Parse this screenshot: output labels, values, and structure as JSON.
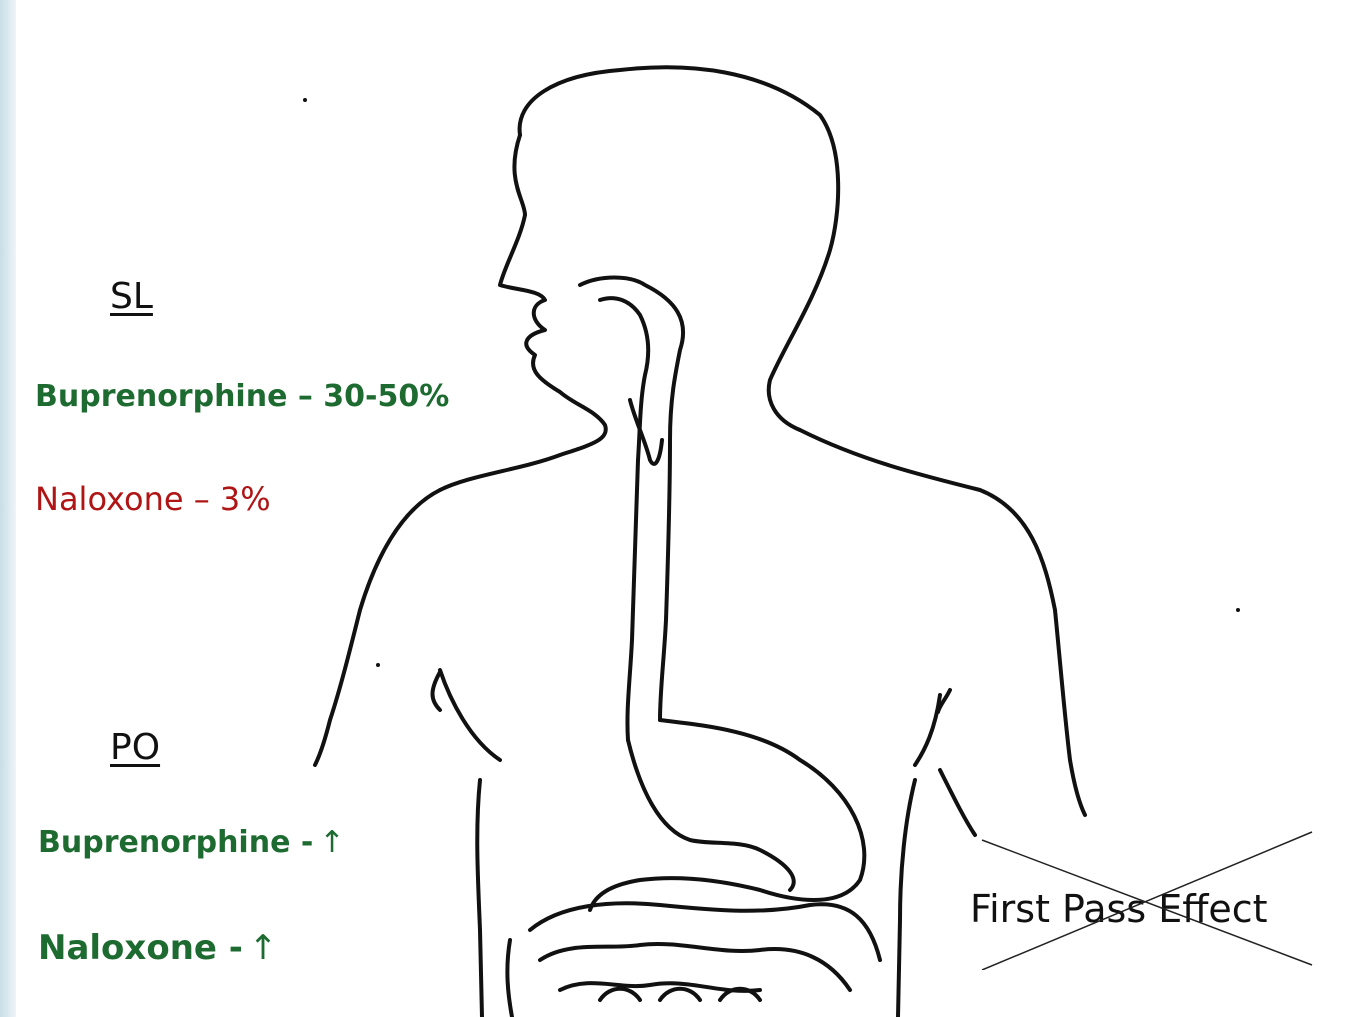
{
  "labels": {
    "sl_heading": "SL",
    "sl_buprenorphine": "Buprenorphine – 30-50%",
    "sl_naloxone": "Naloxone – 3%",
    "po_heading": "PO",
    "po_buprenorphine": "Buprenorphine -",
    "po_naloxone": "Naloxone -",
    "up_arrow": "↑",
    "first_pass": "First Pass Effect"
  },
  "colors": {
    "bioavailability_high": "#1e6b31",
    "bioavailability_low": "#b01515",
    "accent_band": "#c9dde6"
  },
  "icons": {
    "figure": "human-digestive-tract-outline",
    "cross": "x-crossed-out"
  }
}
